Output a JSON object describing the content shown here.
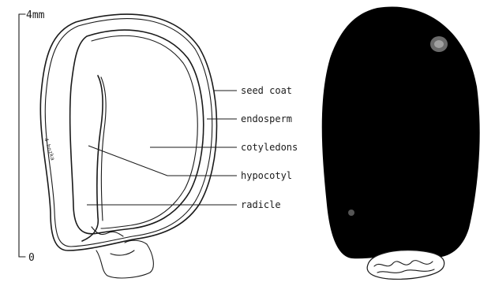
{
  "scale_bar": {
    "top_label": "4mm",
    "bottom_label": "0"
  },
  "seed_section": {
    "hilum_label": "4 hozka",
    "labels": {
      "seed_coat": "seed coat",
      "endosperm": "endosperm",
      "cotyledons": "cotyledons",
      "hypocotyl": "hypocotyl",
      "radicle": "radicle"
    }
  },
  "whole_seed": {
    "color": "#000000"
  },
  "colors": {
    "ink": "#1a1a1a",
    "background": "#ffffff"
  }
}
